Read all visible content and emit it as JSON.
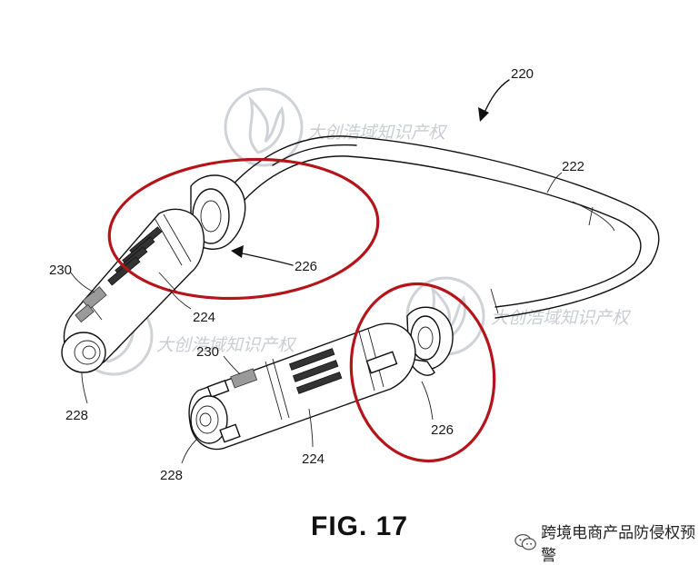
{
  "figure": {
    "title": "FIG. 17",
    "reference_numerals": [
      "220",
      "222",
      "226",
      "230",
      "224",
      "230",
      "228",
      "224",
      "226",
      "228"
    ]
  },
  "highlights": {
    "circle_color": "#b3151b"
  },
  "watermark": {
    "icon": "flame-seal-icon",
    "text_1": "大创浩域知识产权",
    "text_2": "大创浩域知识产权"
  },
  "source_credit": {
    "icon": "wechat-icon",
    "text": "跨境电商产品防侵权预警"
  }
}
